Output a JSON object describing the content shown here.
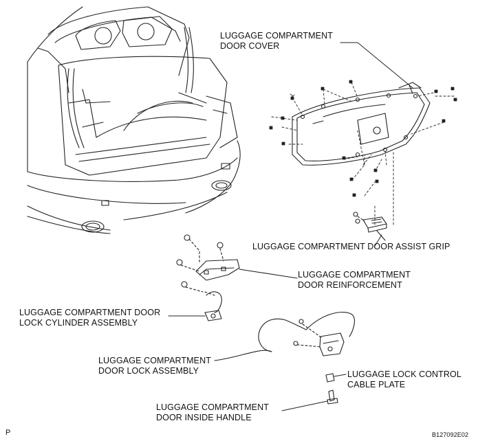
{
  "labels": {
    "door_cover": [
      "LUGGAGE COMPARTMENT",
      "DOOR COVER"
    ],
    "assist_grip": "LUGGAGE COMPARTMENT DOOR ASSIST GRIP",
    "door_reinforcement": [
      "LUGGAGE COMPARTMENT",
      "DOOR REINFORCEMENT"
    ],
    "lock_cylinder": [
      "LUGGAGE COMPARTMENT DOOR",
      "LOCK CYLINDER ASSEMBLY"
    ],
    "door_lock": [
      "LUGGAGE COMPARTMENT",
      "DOOR LOCK ASSEMBLY"
    ],
    "cable_plate": [
      "LUGGAGE LOCK CONTROL",
      "CABLE PLATE"
    ],
    "inside_handle": [
      "LUGGAGE COMPARTMENT",
      "DOOR INSIDE HANDLE"
    ]
  },
  "corner_left": "P",
  "figure_code": "B127092E02"
}
